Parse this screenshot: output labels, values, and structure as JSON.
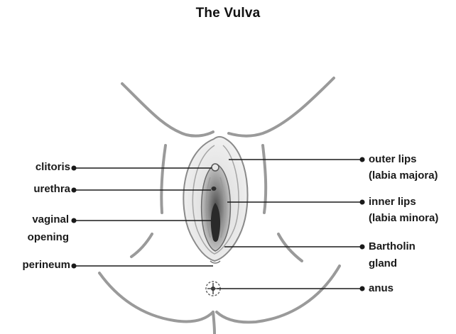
{
  "title": "The Vulva",
  "labels": {
    "clitoris": "clitoris",
    "urethra": "urethra",
    "vaginal_1": "vaginal",
    "vaginal_2": "opening",
    "perineum": "perineum",
    "outer_1": "outer lips",
    "outer_2": "(labia majora)",
    "inner_1": "inner lips",
    "inner_2": "(labia minora)",
    "bartholin_1": "Bartholin",
    "bartholin_2": "gland",
    "anus": "anus"
  },
  "colors": {
    "line": "#1a1a1a",
    "outline": "#8a8a8a",
    "shade_dark": "#3a3a3a",
    "shade_mid": "#7d7d7d",
    "shade_light": "#bdbdbd"
  }
}
